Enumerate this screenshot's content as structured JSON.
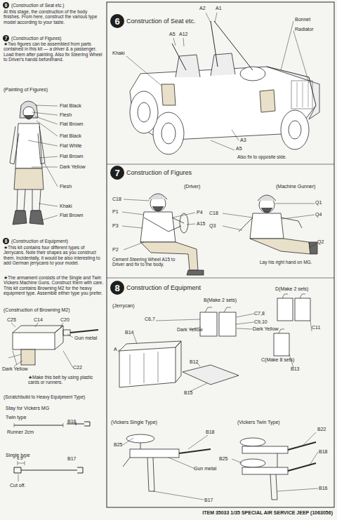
{
  "diagram": {
    "nodes": [
      {
        "text": [
          "6",
          "(Construction of Seat etc.)"
        ]
      },
      {
        "text": [
          "7",
          "(Construction of Figures)"
        ]
      },
      {
        "text": [
          "8",
          "(Construction of Equipment)"
        ]
      },
      {
        "text": [
          "6",
          "Construction of Seat etc."
        ]
      },
      {
        "text": [
          "7",
          "Construction of Figures"
        ]
      },
      {
        "text": [
          "8",
          "Construction of Equipment"
        ]
      }
    ],
    "labels": [
      "At this stage, the construction of the body finishes. From here, construct the various type model according to your taste.",
      "★Two figures can be assembled from parts contained in this kit — a driver & a passenger. Load them after painting. Also fix Steering Wheel to Driver's hands beforehand.",
      "(Painting of Figures)",
      "Flat Black",
      "Flesh",
      "Flat Brown",
      "Flat Black",
      "Flat White",
      "Flat Brown",
      "Dark Yellow",
      "Flesh",
      "Khaki",
      "Flat Brown",
      "★This kit contains four different types of Jerrycans. Note their shapes as you construct them. Incidentally, it would be also interesting to add German jerrycans to your model.",
      "★The armament consists of the Single and Twin Vickers Machine Guns. Construct them with care. This kit contains Browning M2 for the heavy equipment type. Assemble either type you prefer.",
      "(Construction of Browning M2)",
      "C25",
      "C14",
      "C20",
      "Gun metal",
      "Dark Yellow",
      "C22",
      "★Make this belt by using plastic cards or runners.",
      "(Scratchbuild to Heavy Equipment Type)",
      "Stay for Vickers MG",
      "Twin type",
      "B16",
      "Runner 2cm",
      "Single type",
      "B17",
      "6.5",
      "Cut off.",
      "A2",
      "A1",
      "Bonnet",
      "Radiator",
      "A5",
      "A12",
      "Khaki",
      "A3",
      "A5",
      "Also fix to opposite side.",
      "(Driver)",
      "(Machine Gunner)",
      "C18",
      "P1",
      "P3",
      "P4",
      "A15",
      "P2",
      "Cement Steering Wheel A15 to Driver and fix to the body.",
      "Q1",
      "C18",
      "Q4",
      "Q3",
      "Q2",
      "Lay his right hand on MG.",
      "(Jerrycan)",
      "B(Make 2 sets)",
      "D(Make 2 sets)",
      "C6,7",
      "C7,8",
      "C9,10",
      "Dark Yellow",
      "Dark Yellow",
      "C11",
      "B14",
      "A",
      "B12",
      "C(Make 8 sets)",
      "B13",
      "B15",
      "(Vickers Single Type)",
      "(Vickers Twin Type)",
      "B18",
      "B25",
      "Gun metal",
      "B17",
      "B22",
      "B25",
      "B18",
      "B16",
      "ITEM 35033 1/35 SPECIAL AIR SERVICE JEEP (1063056)"
    ]
  }
}
